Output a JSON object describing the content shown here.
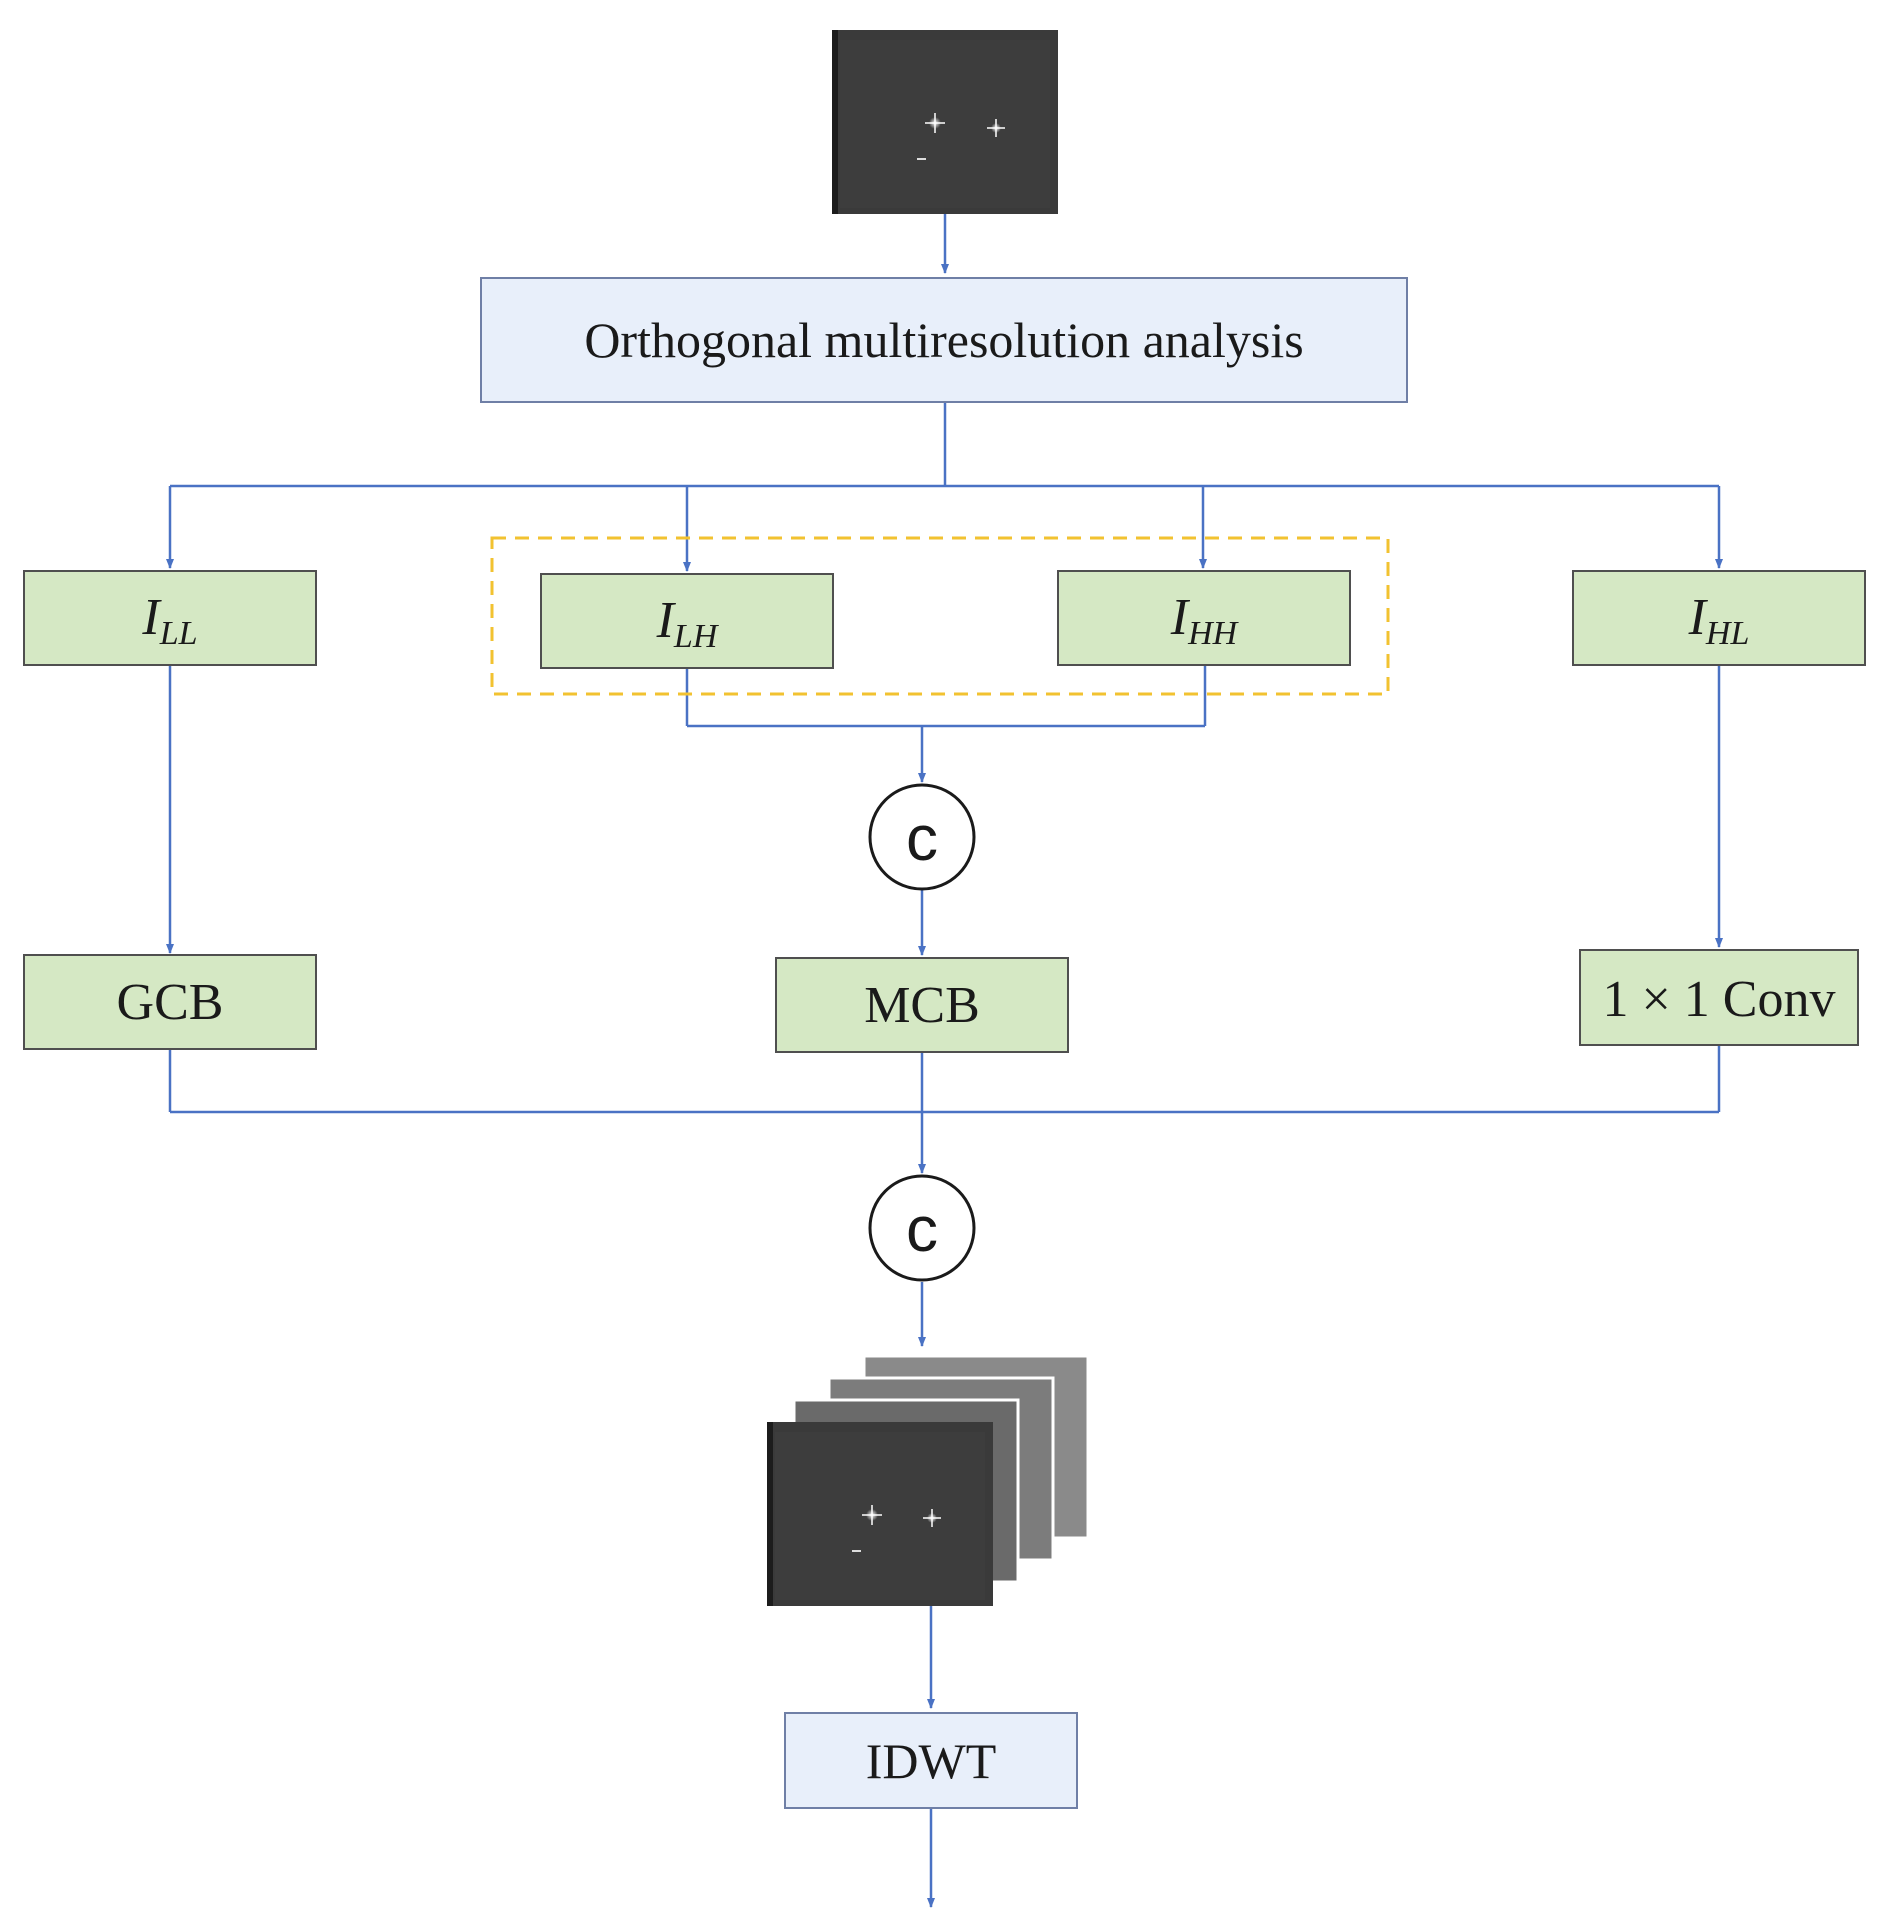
{
  "diagram": {
    "analysis_label": "Orthogonal multiresolution analysis",
    "subbands": {
      "ll": {
        "symbol": "I",
        "subscript": "LL"
      },
      "lh": {
        "symbol": "I",
        "subscript": "LH"
      },
      "hh": {
        "symbol": "I",
        "subscript": "HH"
      },
      "hl": {
        "symbol": "I",
        "subscript": "HL"
      }
    },
    "blocks": {
      "gcb": "GCB",
      "mcb": "MCB",
      "conv": "1 × 1 Conv",
      "idwt": "IDWT"
    },
    "concat_symbol": "c"
  },
  "colors": {
    "arrow": "#4a72c4",
    "green_box": "#d5e8c4",
    "green_border": "#4f4f4f",
    "blue_box": "#e8effa",
    "blue_border": "#6f7fa6",
    "highlight_dash": "#f2c230"
  },
  "icons": [
    "star-image-icon",
    "feature-stack-icon"
  ]
}
